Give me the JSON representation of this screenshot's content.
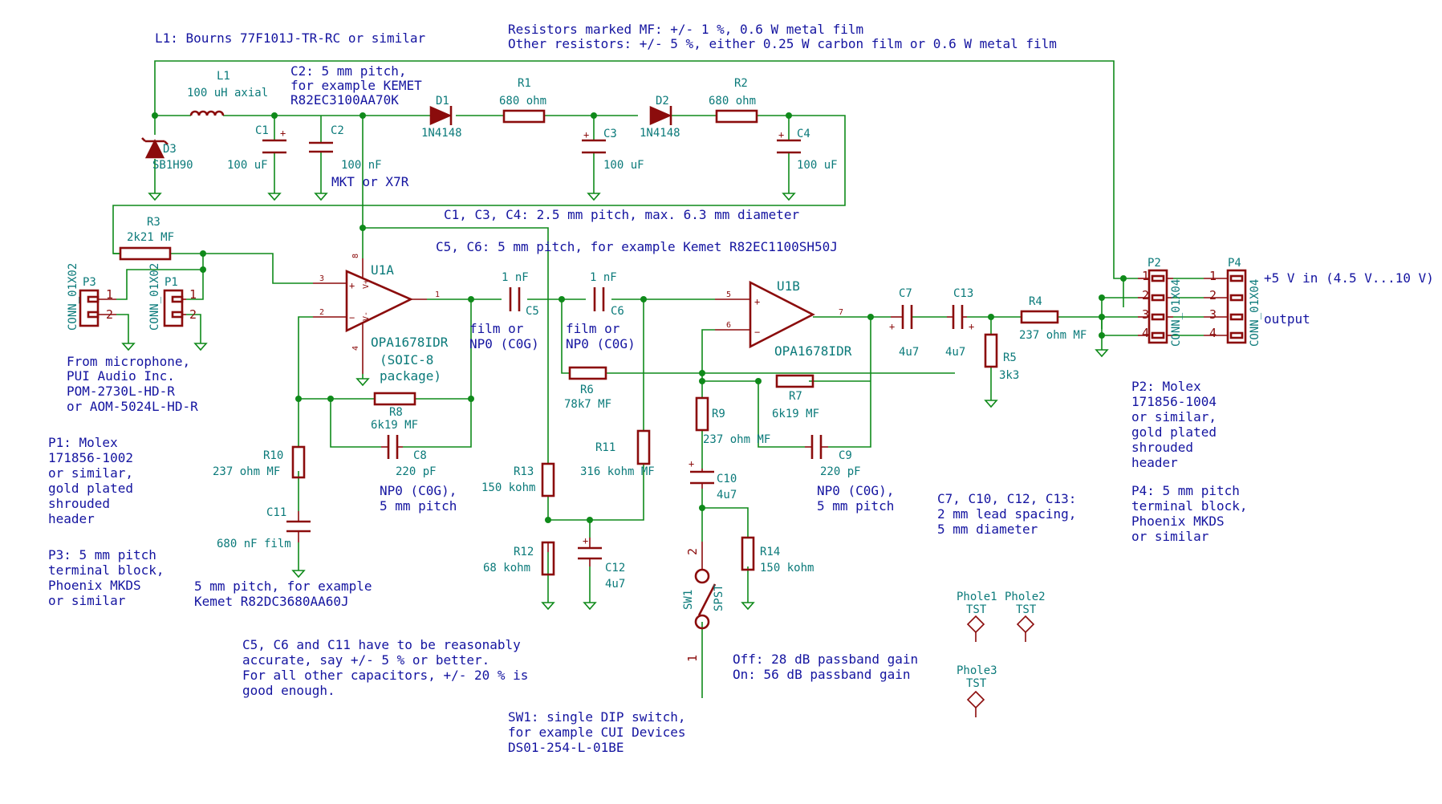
{
  "notes": {
    "l1_note": "L1: Bourns 77F101J-TR-RC or similar",
    "resistors_mf": "Resistors marked MF: +/- 1 %, 0.6 W metal film",
    "resistors_other": "Other resistors: +/- 5 %, either 0.25 W carbon film or 0.6 W metal film",
    "c2_line1": "C2: 5 mm pitch,",
    "c2_line2": "for example KEMET",
    "c2_line3": "R82EC3100AA70K",
    "c2_type": "MKT or X7R",
    "c134": "C1, C3, C4: 2.5 mm pitch, max. 6.3 mm diameter",
    "c56": "C5, C6: 5 mm pitch, for example Kemet R82EC1100SH50J",
    "c5_type1": "film or",
    "c5_type2": "NP0 (C0G)",
    "c6_type1": "film or",
    "c6_type2": "NP0 (C0G)",
    "u1a_pkg1": "(SOIC-8",
    "u1a_pkg2": "package)",
    "mic1": "From microphone,",
    "mic2": "PUI Audio Inc.",
    "mic3": "POM-2730L-HD-R",
    "mic4": "or AOM-5024L-HD-R",
    "p1_1": "P1: Molex",
    "p1_2": "171856-1002",
    "p1_3": "or similar,",
    "p1_4": "gold plated",
    "p1_5": "shrouded",
    "p1_6": "header",
    "p3_1": "P3: 5 mm pitch",
    "p3_2": "terminal block,",
    "p3_3": "Phoenix MKDS",
    "p3_4": "or similar",
    "c8_1": "NP0 (C0G),",
    "c8_2": "5 mm pitch",
    "c9_1": "NP0 (C0G),",
    "c9_2": "5 mm pitch",
    "c11_1": "5 mm pitch, for example",
    "c11_2": "Kemet R82DC3680AA60J",
    "acc1": "C5, C6 and C11 have to be reasonably",
    "acc2": "accurate, say +/- 5 % or better.",
    "acc3": "For all other capacitors, +/- 20 % is",
    "acc4": "good enough.",
    "sw1_1": "SW1: single DIP switch,",
    "sw1_2": "for example CUI Devices",
    "sw1_3": "DS01-254-L-01BE",
    "gain1": "Off: 28 dB passband gain",
    "gain2": "On: 56 dB passband gain",
    "c7_1": "C7, C10, C12, C13:",
    "c7_2": "2 mm lead spacing,",
    "c7_3": "5 mm diameter",
    "p2_1": "P2: Molex",
    "p2_2": "171856-1004",
    "p2_3": "or similar,",
    "p2_4": "gold plated",
    "p2_5": "shrouded",
    "p2_6": "header",
    "p4_1": "P4: 5 mm pitch",
    "p4_2": "terminal block,",
    "p4_3": "Phoenix MKDS",
    "p4_4": "or similar",
    "vin": "+5 V in (4.5 V...10 V)",
    "output": "output"
  },
  "components": {
    "L1": {
      "ref": "L1",
      "value": "100 uH axial"
    },
    "D3": {
      "ref": "D3",
      "value": "SB1H90"
    },
    "C1": {
      "ref": "C1",
      "value": "100 uF"
    },
    "C2": {
      "ref": "C2",
      "value": "100 nF"
    },
    "D1": {
      "ref": "D1",
      "value": "1N4148"
    },
    "R1": {
      "ref": "R1",
      "value": "680 ohm"
    },
    "C3": {
      "ref": "C3",
      "value": "100 uF"
    },
    "D2": {
      "ref": "D2",
      "value": "1N4148"
    },
    "R2": {
      "ref": "R2",
      "value": "680 ohm"
    },
    "C4": {
      "ref": "C4",
      "value": "100 uF"
    },
    "R3": {
      "ref": "R3",
      "value": "2k21 MF"
    },
    "P3": {
      "ref": "P3",
      "value": "CONN_01X02"
    },
    "P1": {
      "ref": "P1",
      "value": "CONN_01X02"
    },
    "U1A": {
      "ref": "U1A",
      "value": "OPA1678IDR"
    },
    "C5": {
      "ref": "C5",
      "value": "1 nF"
    },
    "C6": {
      "ref": "C6",
      "value": "1 nF"
    },
    "U1B": {
      "ref": "U1B",
      "value": "OPA1678IDR"
    },
    "C7": {
      "ref": "C7",
      "value": "4u7"
    },
    "C13": {
      "ref": "C13",
      "value": "4u7"
    },
    "R4": {
      "ref": "R4",
      "value": "237 ohm MF"
    },
    "R5": {
      "ref": "R5",
      "value": "3k3"
    },
    "P2": {
      "ref": "P2",
      "value": "CONN_01X04"
    },
    "P4": {
      "ref": "P4",
      "value": "CONN_01X04"
    },
    "R8": {
      "ref": "R8",
      "value": "6k19 MF"
    },
    "C8": {
      "ref": "C8",
      "value": "220 pF"
    },
    "R10": {
      "ref": "R10",
      "value": "237 ohm MF"
    },
    "C11": {
      "ref": "C11",
      "value": "680 nF film"
    },
    "R6": {
      "ref": "R6",
      "value": "78k7 MF"
    },
    "R7": {
      "ref": "R7",
      "value": "6k19 MF"
    },
    "C9": {
      "ref": "C9",
      "value": "220 pF"
    },
    "R9": {
      "ref": "R9",
      "value": "237 ohm MF"
    },
    "C10": {
      "ref": "C10",
      "value": "4u7"
    },
    "R11": {
      "ref": "R11",
      "value": "316 kohm MF"
    },
    "R13": {
      "ref": "R13",
      "value": "150 kohm"
    },
    "R12": {
      "ref": "R12",
      "value": "68 kohm"
    },
    "C12": {
      "ref": "C12",
      "value": "4u7"
    },
    "R14": {
      "ref": "R14",
      "value": "150 kohm"
    },
    "SW1": {
      "ref": "SW1",
      "value": "SPST"
    },
    "Phole1": {
      "ref": "Phole1",
      "value": "TST"
    },
    "Phole2": {
      "ref": "Phole2",
      "value": "TST"
    },
    "Phole3": {
      "ref": "Phole3",
      "value": "TST"
    }
  },
  "pins": {
    "u1a_p3": "3",
    "u1a_p2": "2",
    "u1a_p1": "1",
    "u1a_p8": "8",
    "u1a_p4": "4",
    "u1b_p5": "5",
    "u1b_p6": "6",
    "u1b_p7": "7",
    "p3_1": "1",
    "p3_2": "2",
    "p1_1": "1",
    "p1_2": "2",
    "p2_1": "1",
    "p2_2": "2",
    "p2_3": "3",
    "p2_4": "4",
    "p4_1": "1",
    "p4_2": "2",
    "p4_3": "3",
    "p4_4": "4",
    "sw_2": "2",
    "sw_1": "1",
    "plus": "+",
    "minus": "−",
    "vplus": "V+",
    "vminus": "V-"
  }
}
